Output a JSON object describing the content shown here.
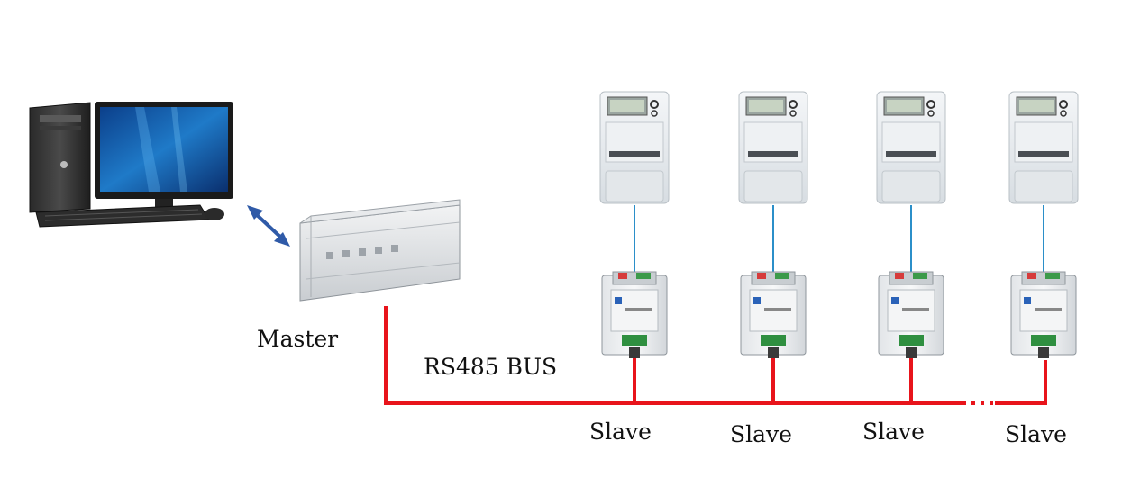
{
  "labels": {
    "master": "Master",
    "bus": "RS485 BUS",
    "slaves": [
      "Slave",
      "Slave",
      "Slave",
      "Slave"
    ]
  },
  "colors": {
    "bus_line": "#e8141b",
    "meter_link": "#2b8fc9",
    "pc_link_arrow": "#2f5aa8"
  },
  "icons": {
    "computer": "desktop-computer-icon",
    "master": "din-rail-controller-icon",
    "meter": "electricity-meter-icon",
    "converter": "rs485-converter-module-icon"
  }
}
